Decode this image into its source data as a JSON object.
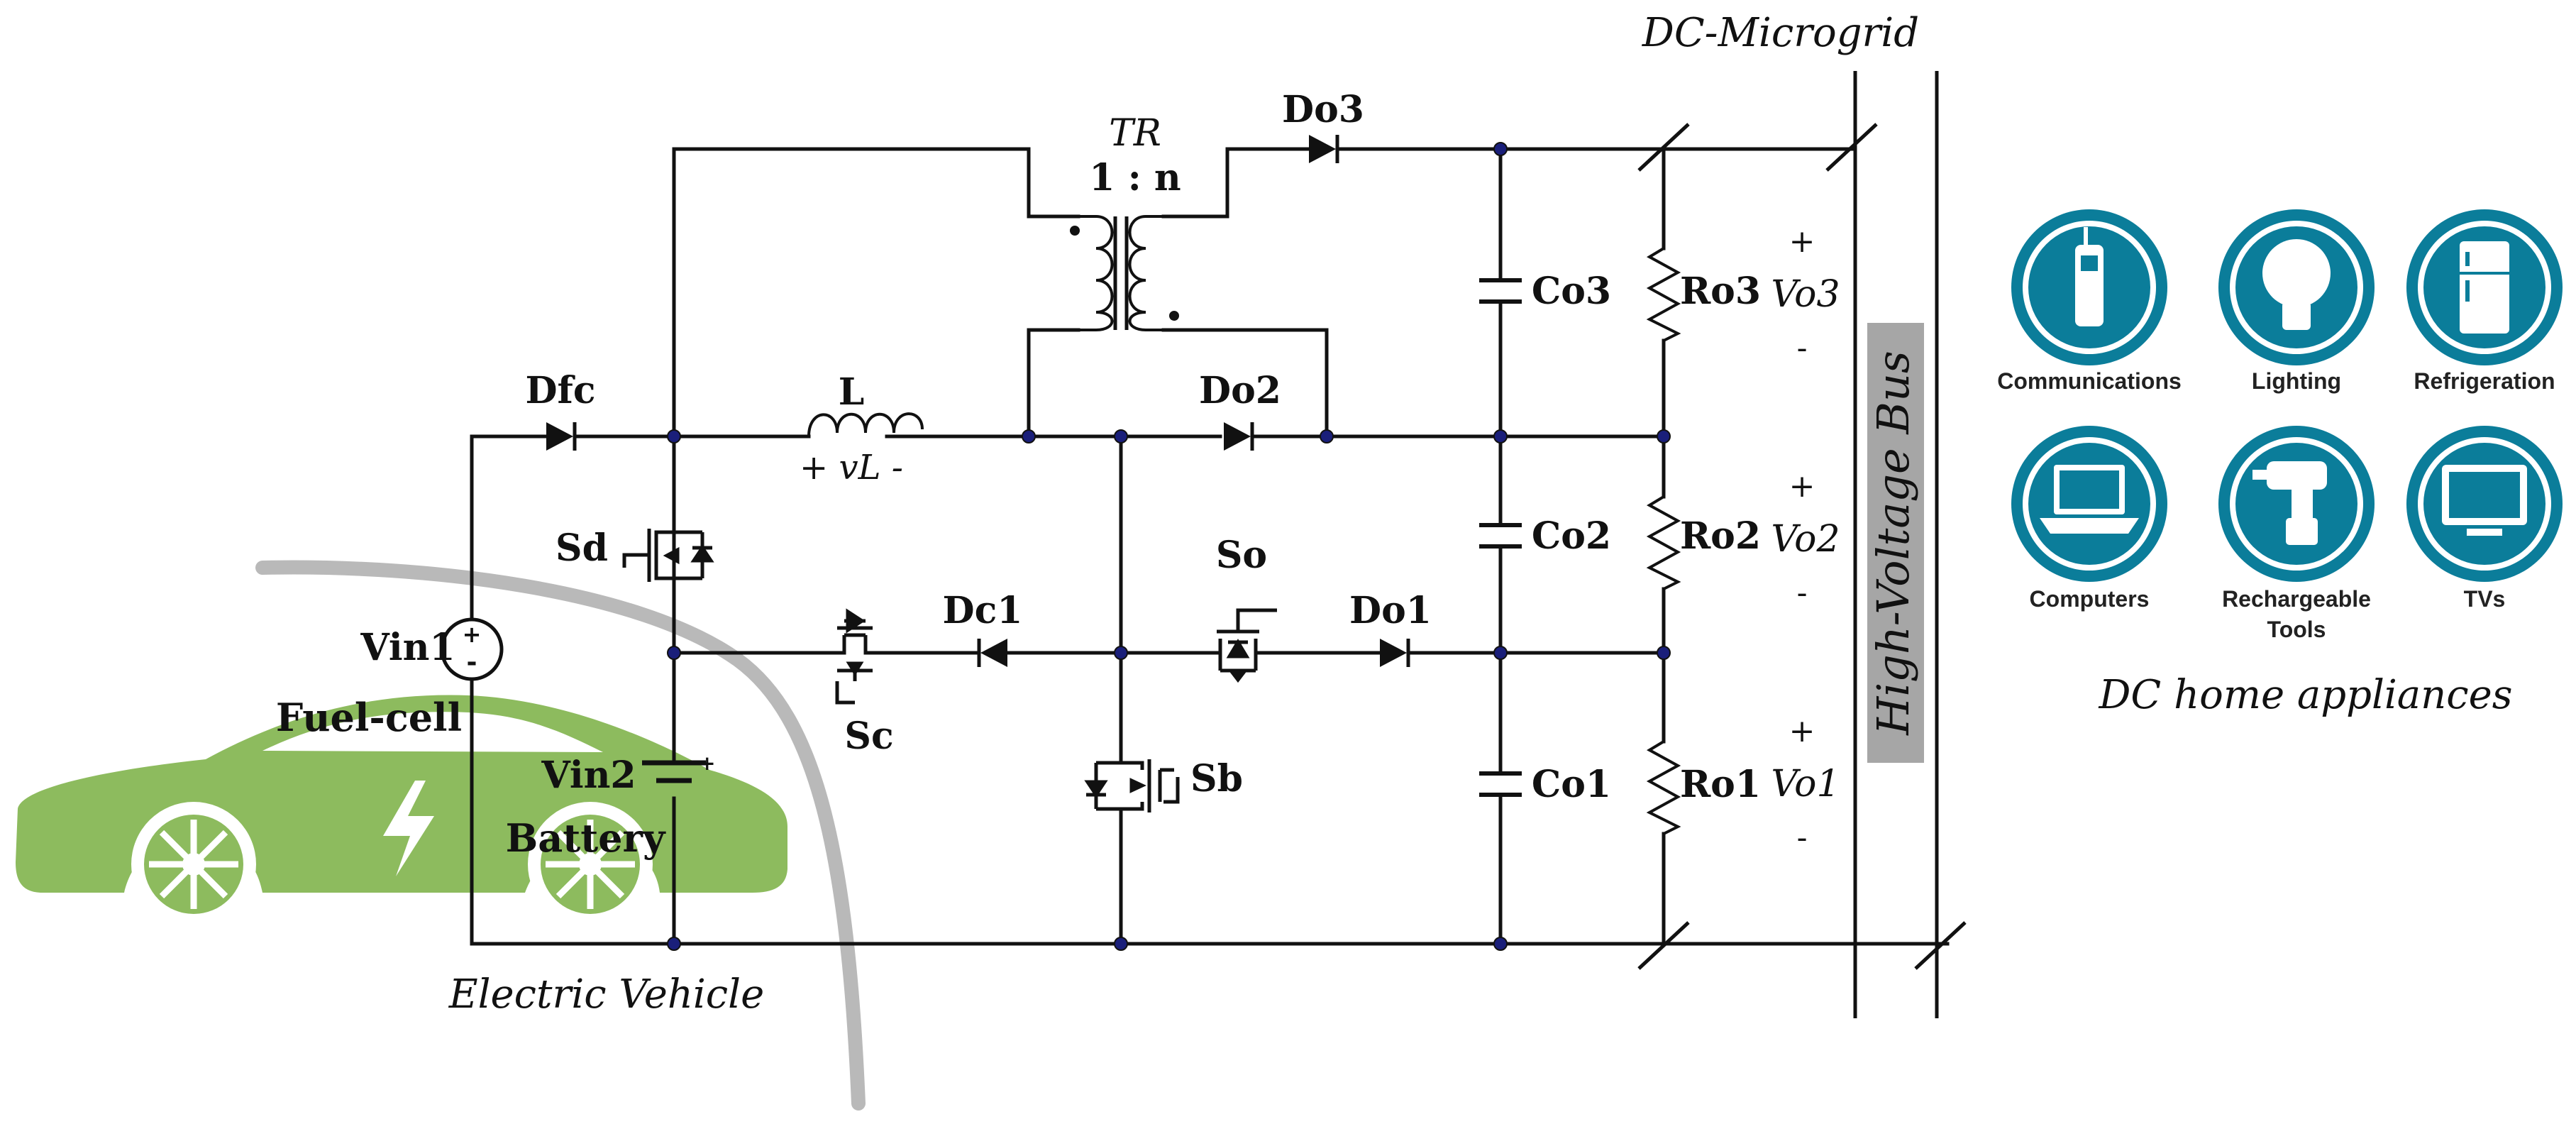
{
  "title": "DC-Microgrid",
  "vehicle_label": "Electric Vehicle",
  "bus_label": "High-Voltage Bus",
  "appliances_title": "DC home appliances",
  "transformer": {
    "name": "TR",
    "ratio": "1 : n"
  },
  "inductor": {
    "name": "L",
    "voltage_label": "+ vL -"
  },
  "sources": [
    {
      "id": "vin1",
      "name": "Vin1",
      "caption": "Fuel-cell"
    },
    {
      "id": "vin2",
      "name": "Vin2",
      "caption": "Battery"
    }
  ],
  "diodes": [
    "Dfc",
    "Do3",
    "Do2",
    "Dc1",
    "Do1"
  ],
  "switches": [
    "Sd",
    "Sc",
    "So",
    "Sb"
  ],
  "capacitors": [
    "Co3",
    "Co2",
    "Co1"
  ],
  "resistors": [
    "Ro3",
    "Ro2",
    "Ro1"
  ],
  "outputs": [
    "Vo3",
    "Vo2",
    "Vo1"
  ],
  "appliances": [
    {
      "label": "Communications",
      "icon": "phone-icon"
    },
    {
      "label": "Lighting",
      "icon": "bulb-icon"
    },
    {
      "label": "Refrigeration",
      "icon": "fridge-icon"
    },
    {
      "label": "Computers",
      "icon": "laptop-icon"
    },
    {
      "label": "Rechargeable Tools",
      "icon": "drill-icon"
    },
    {
      "label": "TVs",
      "icon": "tv-icon"
    }
  ],
  "colors": {
    "vehicle": "#8dbb5e",
    "appliance_ring": "#0b7d9a",
    "bus_bar": "#a6a6a6",
    "node": "#1a1f7a"
  }
}
